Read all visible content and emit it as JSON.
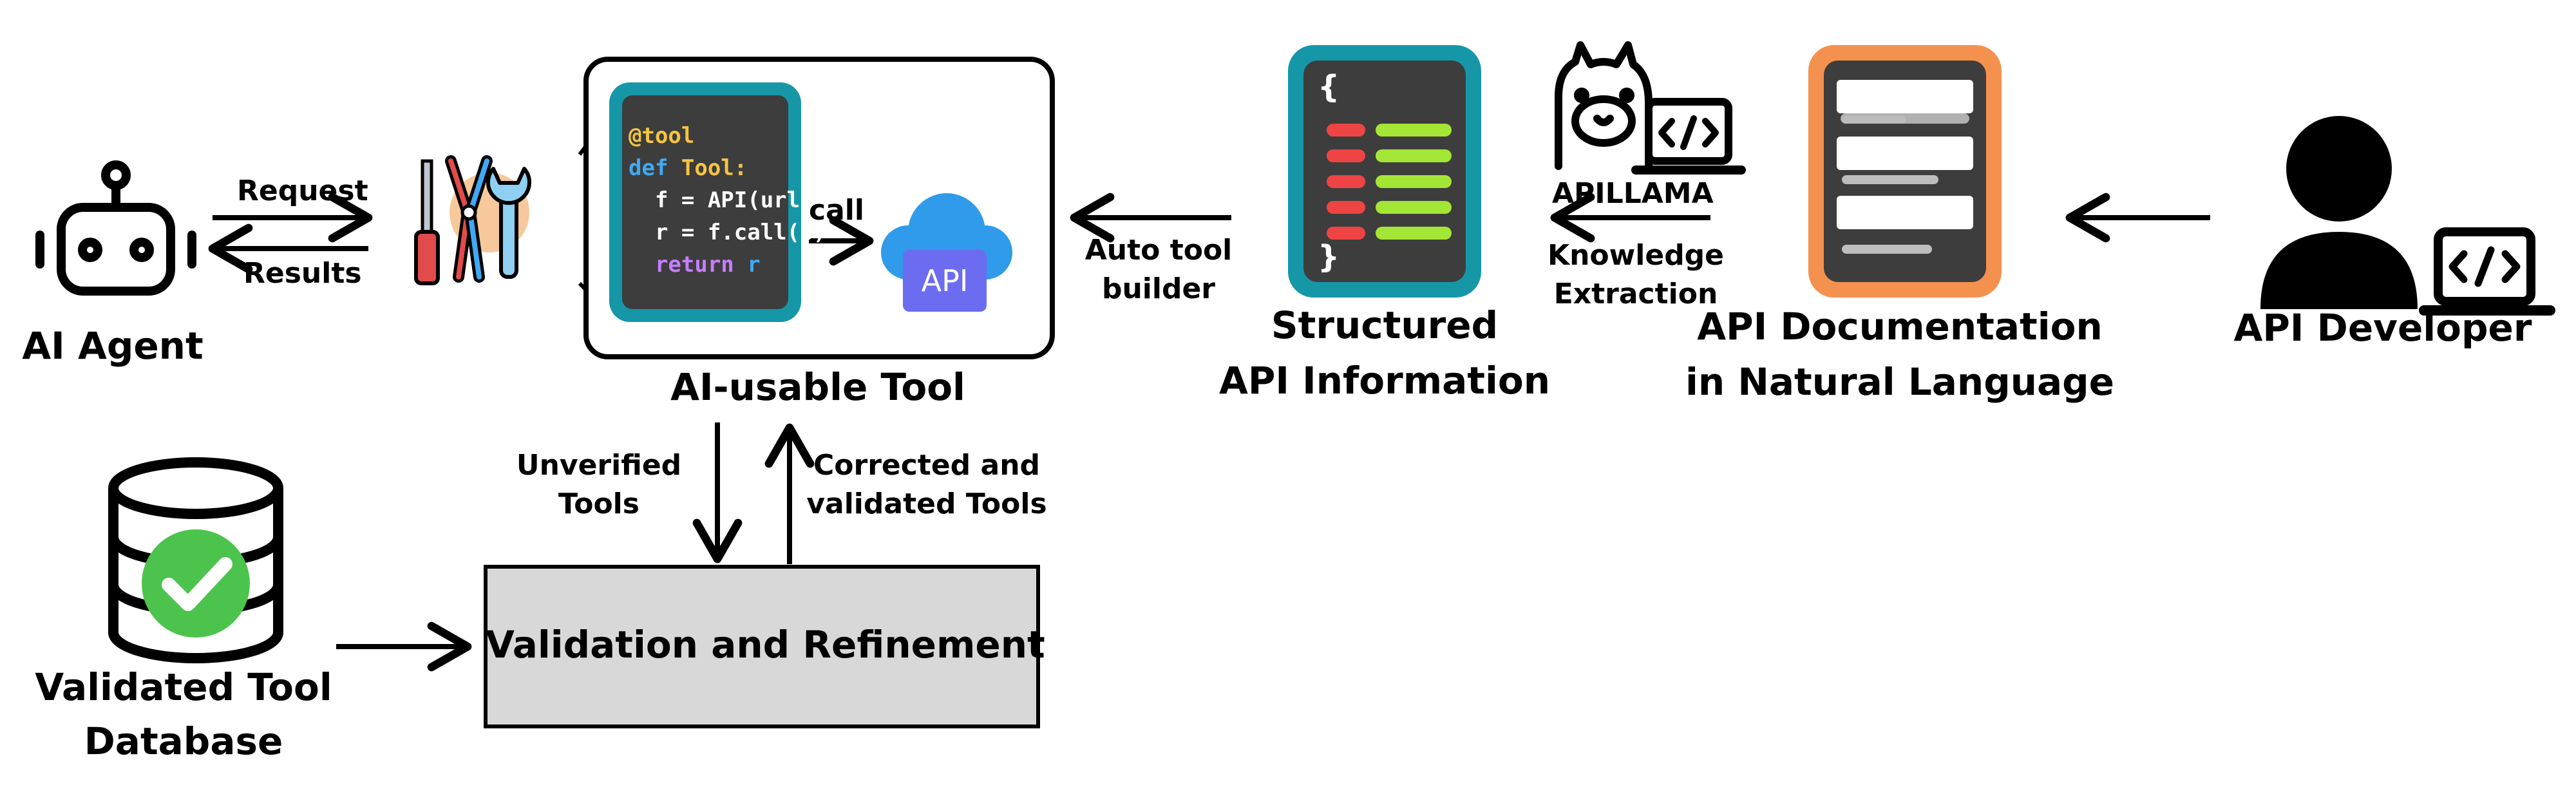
{
  "agent": {
    "label": "AI Agent"
  },
  "arrows": {
    "request": "Request",
    "results": "Results",
    "call": "call",
    "auto_tool_builder": [
      "Auto tool",
      "builder"
    ],
    "knowledge_extraction": [
      "Knowledge",
      "Extraction"
    ],
    "unverified_tools": [
      "Unverified",
      "Tools"
    ],
    "corrected_tools": [
      "Corrected and",
      "validated Tools"
    ]
  },
  "tool": {
    "label": "AI-usable Tool",
    "code": [
      {
        "text": "@tool",
        "color": "#f5c542"
      },
      {
        "text": "def Tool:",
        "color": "#3fa9f5",
        "accent": "Tool:",
        "accent_color": "#f5c542"
      },
      {
        "text": "  f = API(url)",
        "color": "#ffffff"
      },
      {
        "text": "  r = f.call(p)",
        "color": "#ffffff"
      },
      {
        "text": "  return r",
        "color": "#c77dff",
        "accent": "r",
        "accent_color": "#3fa9f5"
      }
    ],
    "api_badge": "API"
  },
  "structured": {
    "label": [
      "Structured",
      "API Information"
    ]
  },
  "apillama": {
    "label": "APILLAMA"
  },
  "documentation": {
    "label": [
      "API Documentation",
      "in Natural Language"
    ]
  },
  "developer": {
    "label": "API Developer"
  },
  "database": {
    "label": [
      "Validated Tool",
      "Database"
    ]
  },
  "validation": {
    "label": "Validation and Refinement"
  },
  "colors": {
    "teal": "#1597a8",
    "panel": "#3d3d3d",
    "orange": "#f5914e",
    "red": "#ef4444",
    "green": "#a3e635",
    "check": "#4cc34c",
    "cloud": "#2f9bea",
    "api_box": "#6c6cf0",
    "validation_fill": "#d8d8d8"
  }
}
